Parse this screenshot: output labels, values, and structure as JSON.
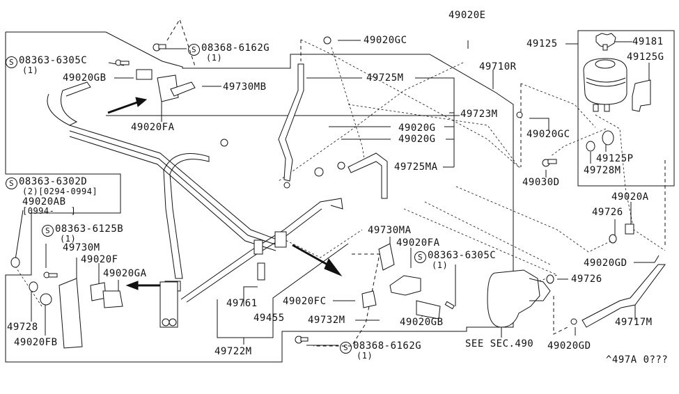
{
  "diagram": {
    "type": "parts-exploded-diagram",
    "subject": "Power steering piping",
    "reference_code": "^497A 0???",
    "see_section": "SEE SEC.490"
  },
  "labels": {
    "s_08363_6305C_top": {
      "part": "08363-6305C",
      "qty": "(1)",
      "standard": true
    },
    "s_08368_6162G_top": {
      "part": "08368-6162G",
      "qty": "(1)",
      "standard": true
    },
    "p_49020GB_top": "49020GB",
    "p_49020FA_top": "49020FA",
    "p_49730MB": "49730MB",
    "p_49020GC_top": "49020GC",
    "p_49725M": "49725M",
    "p_49723M": "49723M",
    "p_49020E": "49020E",
    "p_49710R": "49710R",
    "p_49020G_1": "49020G",
    "p_49020G_2": "49020G",
    "p_49725MA": "49725MA",
    "p_49125": "49125",
    "p_49181": "49181",
    "p_49125G": "49125G",
    "p_49020GC_right": "49020GC",
    "p_49125P": "49125P",
    "p_49728M": "49728M",
    "p_49030D": "49030D",
    "p_49020A": "49020A",
    "p_49726_top": "49726",
    "p_49020GD_top": "49020GD",
    "p_49726_bottom": "49726",
    "p_49717M": "49717M",
    "p_49020GD_bottom": "49020GD",
    "s_08363_6302D": {
      "part": "08363-6302D",
      "qty_range": "(2)[0294-0994]",
      "alt_part": "49020AB",
      "alt_range": "[0994-   ]",
      "standard": true
    },
    "s_08363_6125B": {
      "part": "08363-6125B",
      "qty": "(1)",
      "standard": true
    },
    "p_49730M": "49730M",
    "p_49020F": "49020F",
    "p_49020GA": "49020GA",
    "p_49728": "49728",
    "p_49020FB": "49020FB",
    "p_49761": "49761",
    "p_49455": "49455",
    "p_49722M": "49722M",
    "p_49730MA": "49730MA",
    "p_49020FA_bottom": "49020FA",
    "s_08363_6305C_bottom": {
      "part": "08363-6305C",
      "qty": "(1)",
      "standard": true
    },
    "p_49020FC": "49020FC",
    "p_49732M": "49732M",
    "p_49020GB_bottom": "49020GB",
    "s_08368_6162G_bottom": {
      "part": "08368-6162G",
      "qty": "(1)",
      "standard": true
    },
    "see_sec": "SEE SEC.490",
    "ref": "^497A 0???"
  },
  "symbols": {
    "standard_part_mark": "S"
  }
}
